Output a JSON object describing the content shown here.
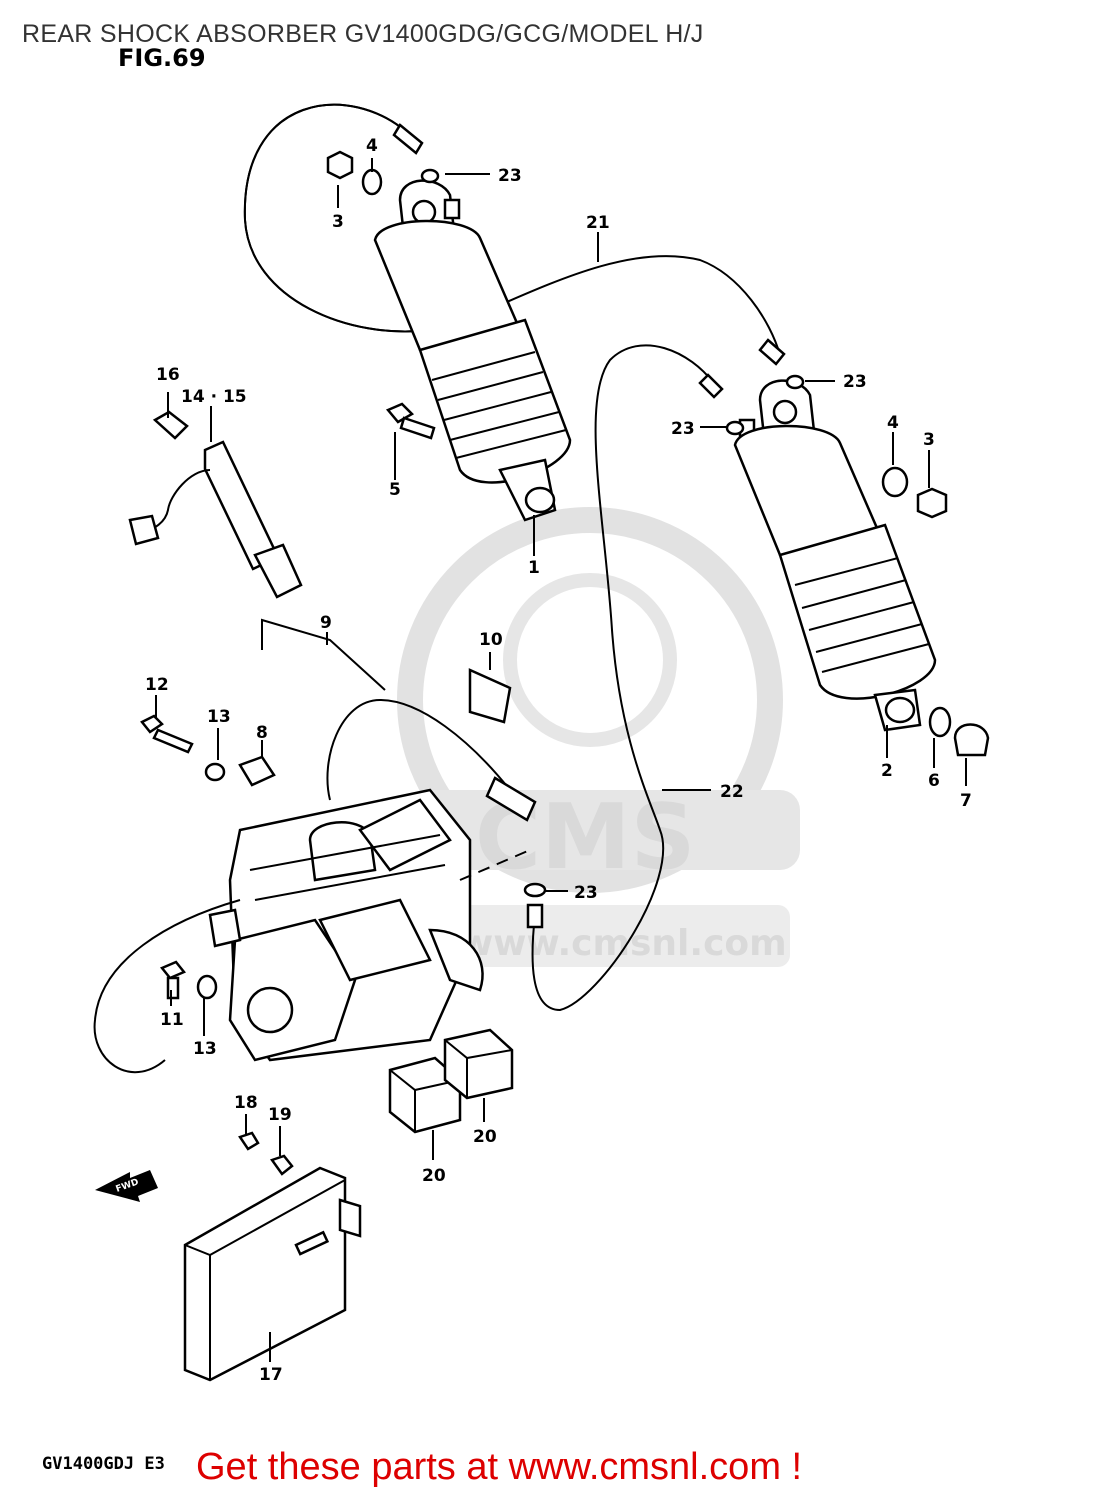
{
  "header": {
    "title": "REAR SHOCK ABSORBER GV1400GDG/GCG/MODEL H/J"
  },
  "figure": {
    "label": "FIG.69",
    "model_code": "GV1400GDJ E3"
  },
  "watermark": {
    "logo_text": "CMS",
    "url_text": "www.cmsnl.com"
  },
  "footer": {
    "cta": "Get these parts at www.cmsnl.com !"
  },
  "arrow_icon": {
    "text": "FWD"
  },
  "parts": [
    {
      "id": "p1",
      "number": "1"
    },
    {
      "id": "p2",
      "number": "2"
    },
    {
      "id": "p3a",
      "number": "3"
    },
    {
      "id": "p3b",
      "number": "3"
    },
    {
      "id": "p4a",
      "number": "4"
    },
    {
      "id": "p4b",
      "number": "4"
    },
    {
      "id": "p5",
      "number": "5"
    },
    {
      "id": "p6",
      "number": "6"
    },
    {
      "id": "p7",
      "number": "7"
    },
    {
      "id": "p8",
      "number": "8"
    },
    {
      "id": "p9",
      "number": "9"
    },
    {
      "id": "p10",
      "number": "10"
    },
    {
      "id": "p11",
      "number": "11"
    },
    {
      "id": "p12",
      "number": "12"
    },
    {
      "id": "p13a",
      "number": "13"
    },
    {
      "id": "p13b",
      "number": "13"
    },
    {
      "id": "p14",
      "number": "14 · 15"
    },
    {
      "id": "p16",
      "number": "16"
    },
    {
      "id": "p17",
      "number": "17"
    },
    {
      "id": "p18",
      "number": "18"
    },
    {
      "id": "p19",
      "number": "19"
    },
    {
      "id": "p20a",
      "number": "20"
    },
    {
      "id": "p20b",
      "number": "20"
    },
    {
      "id": "p21",
      "number": "21"
    },
    {
      "id": "p22",
      "number": "22"
    },
    {
      "id": "p23a",
      "number": "23"
    },
    {
      "id": "p23b",
      "number": "23"
    },
    {
      "id": "p23c",
      "number": "23"
    },
    {
      "id": "p23d",
      "number": "23"
    }
  ]
}
